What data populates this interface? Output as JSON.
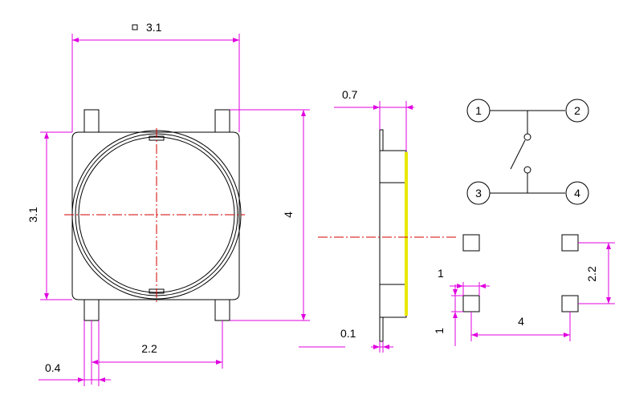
{
  "top_view": {
    "width_label": "3.1",
    "height_label": "3.1",
    "total_height_label": "4",
    "lead_pitch_label": "2.2",
    "lead_width_label": "0.4"
  },
  "side_view": {
    "thickness_label": "0.7",
    "lead_thickness_label": "0.1"
  },
  "schematic": {
    "pins": [
      "1",
      "2",
      "3",
      "4"
    ]
  },
  "footprint": {
    "pad_size_label_h": "1",
    "pad_size_label_v": "1",
    "pitch_x_label": "4",
    "pitch_y_label": "2.2"
  },
  "colors": {
    "dimension": "#e000e0",
    "outline": "#000000",
    "centerline": "#d00000",
    "actuator": "#e8e800"
  }
}
